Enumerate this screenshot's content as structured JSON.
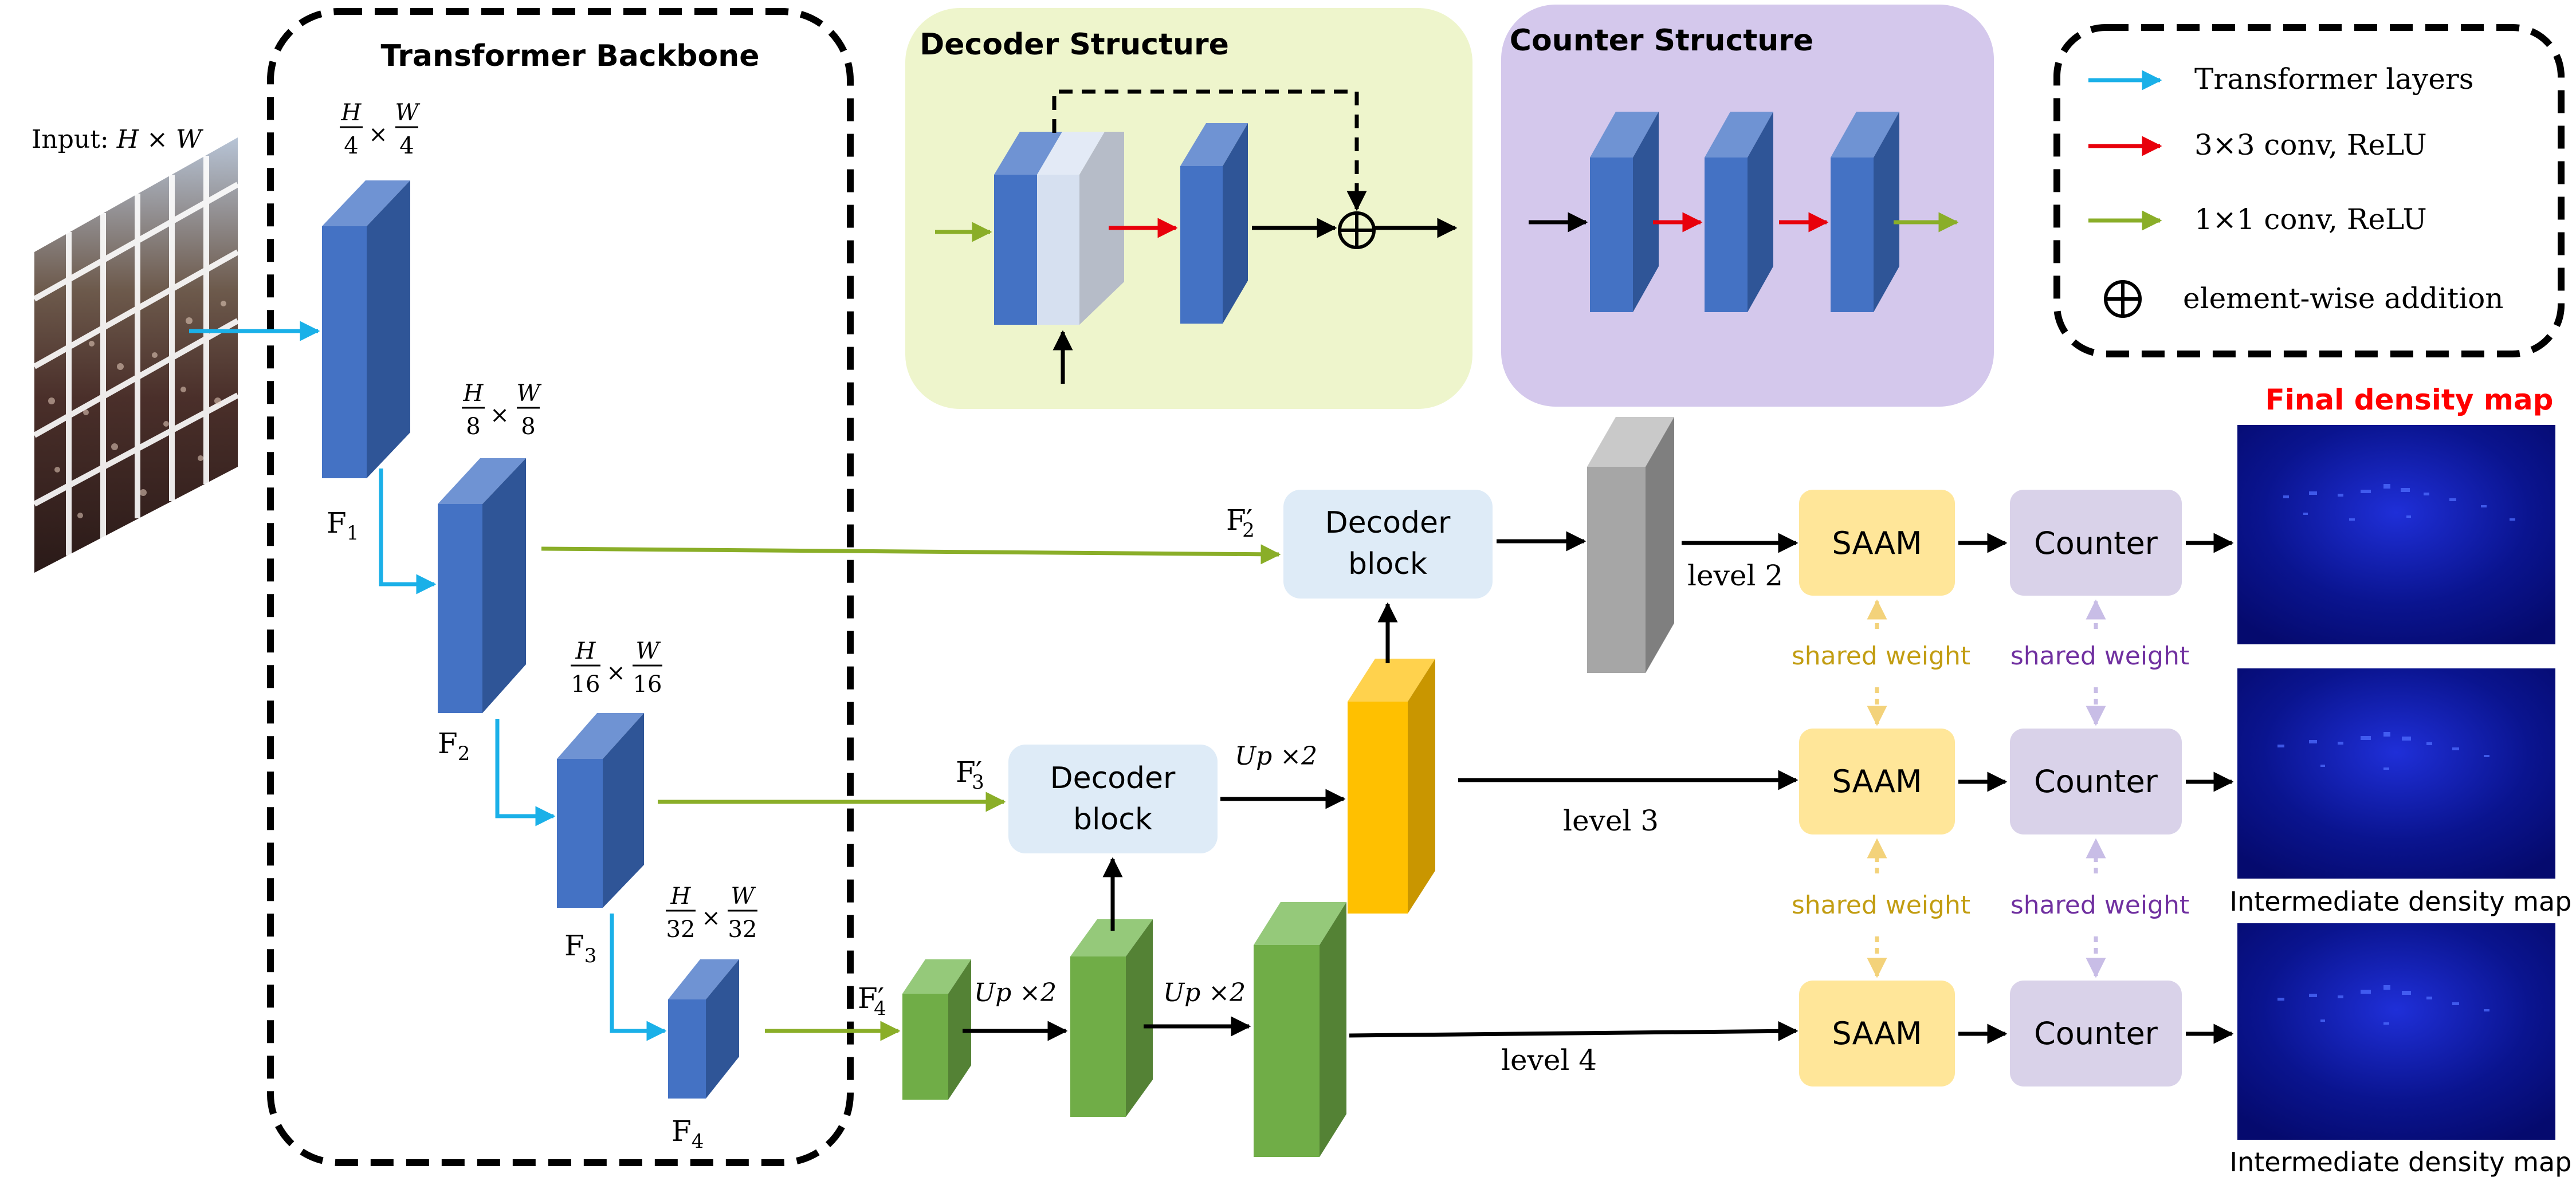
{
  "input": {
    "label": "Input: ",
    "math": "H × W"
  },
  "backbone": {
    "title": "Transformer Backbone"
  },
  "features": [
    {
      "name": "F",
      "sub": "1",
      "num_top": "H",
      "den_top": "4",
      "num_bot": "W",
      "den_bot": "4"
    },
    {
      "name": "F",
      "sub": "2",
      "num_top": "H",
      "den_top": "8",
      "num_bot": "W",
      "den_bot": "8"
    },
    {
      "name": "F",
      "sub": "3",
      "num_top": "H",
      "den_top": "16",
      "num_bot": "W",
      "den_bot": "16"
    },
    {
      "name": "F",
      "sub": "4",
      "num_top": "H",
      "den_top": "32",
      "num_bot": "W",
      "den_bot": "32"
    }
  ],
  "fprime": [
    {
      "name": "F",
      "sub": "2",
      "prime": "′"
    },
    {
      "name": "F",
      "sub": "3",
      "prime": "′"
    },
    {
      "name": "F",
      "sub": "4",
      "prime": "′"
    }
  ],
  "decoder_structure": {
    "title": "Decoder Structure"
  },
  "counter_structure": {
    "title": "Counter Structure"
  },
  "legend": {
    "items": [
      {
        "label": "Transformer layers",
        "color": "#1ab0e8"
      },
      {
        "label": "3×3 conv, ReLU",
        "color": "#e8000b"
      },
      {
        "label": "1×1 conv, ReLU",
        "color": "#8aae28"
      },
      {
        "label": "element-wise addition",
        "color": "#000000"
      }
    ]
  },
  "decoder_block": {
    "line1": "Decoder",
    "line2": "block"
  },
  "up_label": "Up ×2",
  "levels": [
    "level 2",
    "level 3",
    "level 4"
  ],
  "saam": "SAAM",
  "counter": "Counter",
  "shared_weight": "shared weight",
  "final_map": "Final density map",
  "intermediate_map": "Intermediate density map",
  "colors": {
    "blue_front": "#4472c4",
    "blue_side": "#2f5597",
    "blue_top": "#6f93d3",
    "green_front": "#70ad47",
    "green_side": "#548235",
    "green_top": "#95c97a",
    "gold_front": "#ffc000",
    "gold_side": "#c99600",
    "gray_front": "#a6a6a6",
    "gray_side": "#7f7f7f",
    "saam_bg": "#ffe699",
    "counter_bg": "#d9d2e9",
    "decoder_bg": "#deebf7",
    "decoder_struct_bg": "#eef5cc",
    "counter_struct_bg": "#d4c8ec",
    "shared_gold": "#c29d12",
    "shared_purple": "#7030a0",
    "final_red": "#ff0000"
  }
}
